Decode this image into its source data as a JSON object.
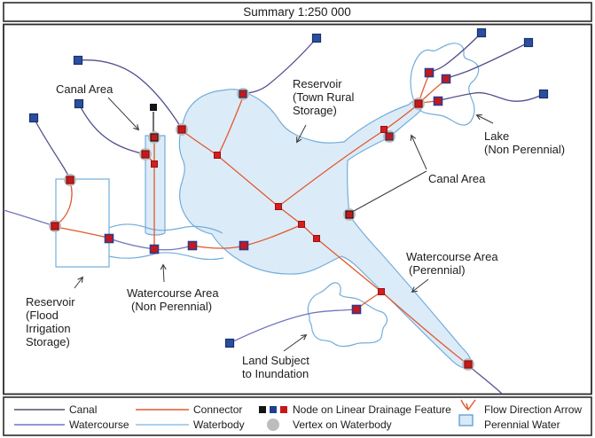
{
  "title": "Summary 1:250 000",
  "map": {
    "labels": {
      "canal_area_left": [
        "Canal Area"
      ],
      "reservoir_town": [
        "Reservoir",
        "(Town Rural",
        "Storage)"
      ],
      "lake": [
        "Lake",
        "(Non Perennial)"
      ],
      "canal_area_right": [
        "Canal Area"
      ],
      "watercourse_area_nonperennial": [
        "Watercourse Area",
        "(Non Perennial)"
      ],
      "reservoir_flood": [
        "Reservoir",
        "(Flood",
        "Irrigation",
        "Storage)"
      ],
      "land_subject_inundation": [
        "Land Subject",
        "to Inundation"
      ],
      "watercourse_area_perennial": [
        "Watercourse Area",
        "(Perennial)"
      ]
    }
  },
  "legend": {
    "canal": "Canal",
    "watercourse": "Watercourse",
    "connector": "Connector",
    "waterbody": "Waterbody",
    "node": "Node on Linear Drainage Feature",
    "vertex": "Vertex on Waterbody",
    "flow_arrow": "Flow Direction Arrow",
    "perennial": "Perennial Water"
  },
  "colors": {
    "canal": "#50506e",
    "watercourse": "#7373c0",
    "connector": "#e2582e",
    "waterbody_stroke": "#74add9",
    "waterbody_fill": "#dcebf8",
    "node_black": "#141414",
    "node_blue": "#1e3f91",
    "node_red": "#c6181c",
    "vertex_gray": "#bdbdbd",
    "perennial_fill": "#d9e9f7",
    "perennial_stroke": "#5b9bd5"
  }
}
